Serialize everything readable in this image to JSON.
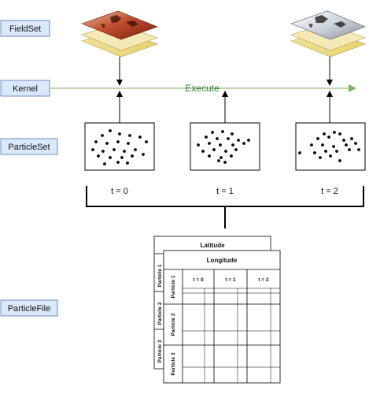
{
  "labels": {
    "fieldset": "FieldSet",
    "kernel": "Kernel",
    "particleset": "ParticleSet",
    "particlefile": "ParticleFile"
  },
  "execute": "Execute",
  "times": [
    "t = 0",
    "t = 1",
    "t = 2"
  ],
  "table": {
    "back_header": "Latitude",
    "header": "Longitude",
    "columns": [
      "t = 0",
      "t = 1",
      "t = 2"
    ],
    "rows": [
      "Particle 1",
      "Particle 2",
      "Particle 3"
    ],
    "back_rows": [
      "Particle 1",
      "Particle 2",
      "Particle 3"
    ]
  },
  "colors": {
    "label_fill": "#dae8fc",
    "label_stroke": "#6c8ebf",
    "execute_line": "#82b366",
    "execute_text": "#2e7d32"
  }
}
